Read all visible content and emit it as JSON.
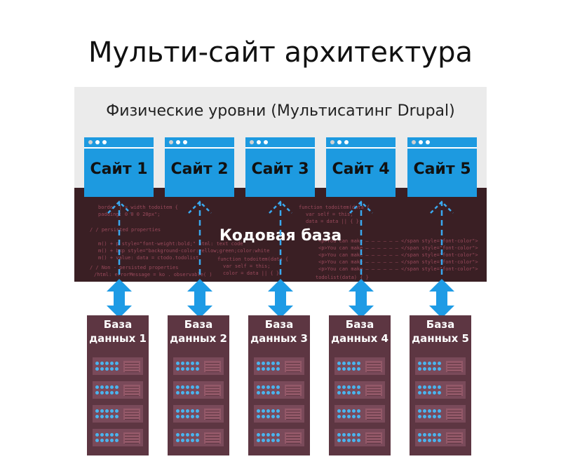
{
  "title": "Мульти-сайт архитектура",
  "physical_levels_label": "Физические уровни (Мультисатинг Drupal)",
  "codebase_label": "Кодовая база",
  "sites": [
    {
      "label": "Сайт 1"
    },
    {
      "label": "Сайт 2"
    },
    {
      "label": "Сайт 3"
    },
    {
      "label": "Сайт 4"
    },
    {
      "label": "Сайт 5"
    }
  ],
  "databases": [
    {
      "line1": "База",
      "line2": "данных 1"
    },
    {
      "line1": "База",
      "line2": "данных 2"
    },
    {
      "line1": "База",
      "line2": "данных 3"
    },
    {
      "line1": "База",
      "line2": "данных 4"
    },
    {
      "line1": "База",
      "line2": "данных 5"
    }
  ],
  "colors": {
    "site_blue": "#1d9ae0",
    "code_bg": "#3a1f24",
    "db_bg": "#5d3642",
    "arrow_blue": "#1e9be5",
    "dashed_arrow": "#3aa9f0"
  }
}
